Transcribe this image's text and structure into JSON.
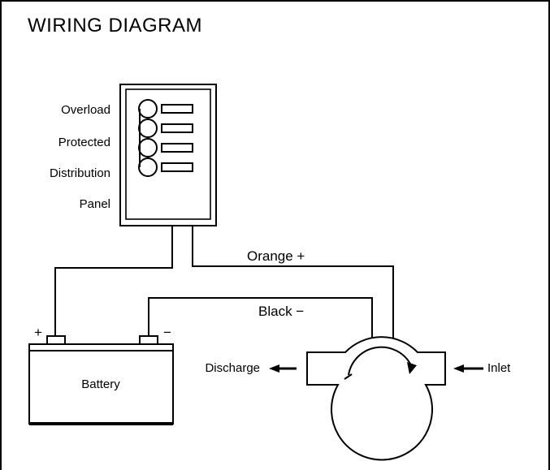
{
  "title": "WIRING DIAGRAM",
  "panel": {
    "labels": [
      "Overload",
      "Protected",
      "Distribution",
      "Panel"
    ]
  },
  "wires": {
    "orange": "Orange +",
    "black": "Black −"
  },
  "battery": {
    "label": "Battery",
    "positive": "+",
    "negative": "−"
  },
  "pump": {
    "discharge": "Discharge",
    "inlet": "Inlet"
  },
  "icons": [
    "circuit-breaker-icon",
    "arrow-left-icon",
    "rotation-arrow-icon"
  ],
  "colors": {
    "line": "#000000",
    "background": "#ffffff"
  }
}
